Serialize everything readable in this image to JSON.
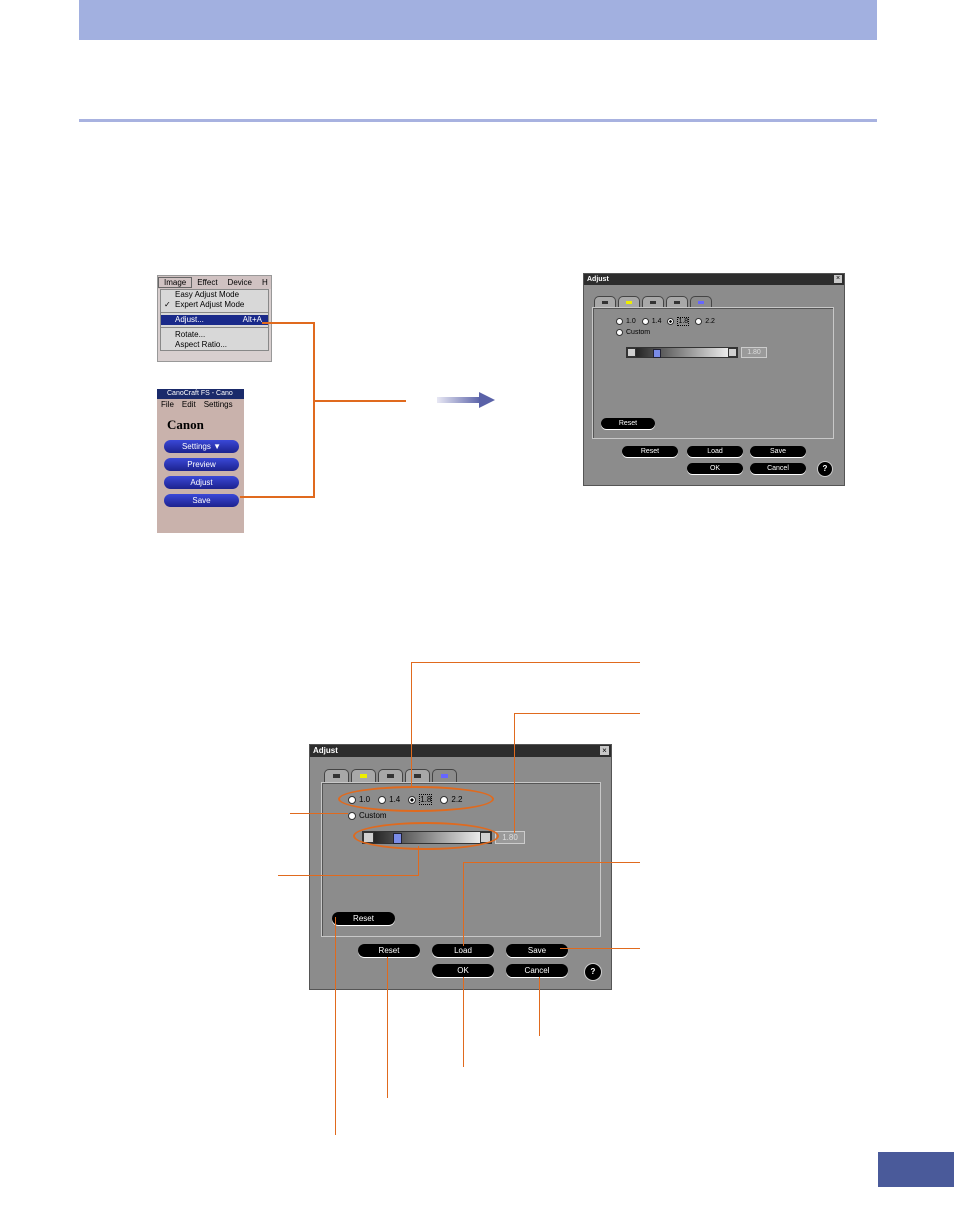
{
  "menu": {
    "bar": [
      "Image",
      "Effect",
      "Device",
      "H"
    ],
    "items": [
      {
        "label": "Easy Adjust Mode",
        "accel": "",
        "checked": false
      },
      {
        "label": "Expert Adjust Mode",
        "accel": "",
        "checked": true
      },
      {
        "label": "Adjust...",
        "accel": "Alt+A",
        "checked": false,
        "selected": true
      },
      {
        "label": "Rotate...",
        "accel": "",
        "checked": false
      },
      {
        "label": "Aspect Ratio...",
        "accel": "",
        "checked": false
      }
    ],
    "check_glyph": "✓"
  },
  "canocraft": {
    "title": "CanoCraft FS - Cano",
    "menu": [
      "File",
      "Edit",
      "Settings"
    ],
    "logo": "Canon",
    "buttons": [
      "Settings",
      "Preview",
      "Adjust",
      "Save"
    ]
  },
  "dialog": {
    "title": "Adjust",
    "close": "×",
    "gamma_options": [
      "1.0",
      "1.4",
      "1.8",
      "2.2"
    ],
    "gamma_selected": "1.8",
    "custom_label": "Custom",
    "slider_value": "1.80",
    "slider_fraction": 0.2,
    "tab_reset": "Reset",
    "reset": "Reset",
    "load": "Load",
    "save": "Save",
    "ok": "OK",
    "cancel": "Cancel",
    "help": "?"
  },
  "colors": {
    "accent": "#e06a1e",
    "header": "#a2b0e0",
    "page_tab": "#4a5a9a"
  }
}
